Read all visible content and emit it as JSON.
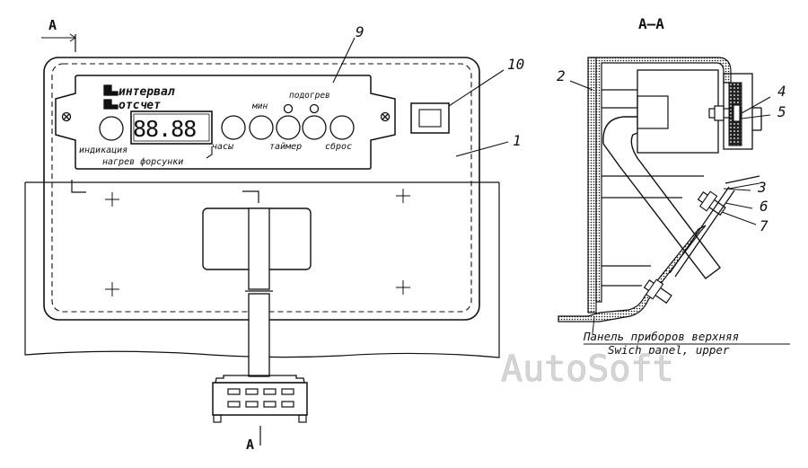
{
  "section_marks": {
    "left_top": "A",
    "left_bottom": "A",
    "section_title": "A–A"
  },
  "callouts": [
    "1",
    "2",
    "3",
    "4",
    "5",
    "6",
    "7",
    "9",
    "10"
  ],
  "panel": {
    "mode_interval": "интервал",
    "mode_count": "отсчет",
    "display": "88.88",
    "heating_label": "подогрев",
    "min_label": "мин",
    "indication_label": "индикация",
    "hours_label": "часы",
    "timer_label": "таймер",
    "reset_label": "сброс",
    "nozzle_heating_label": "нагрев форсунки"
  },
  "caption": {
    "ru": "Панель приборов верхняя",
    "en": "Swich panel, upper"
  },
  "watermark": "AutoSoft"
}
